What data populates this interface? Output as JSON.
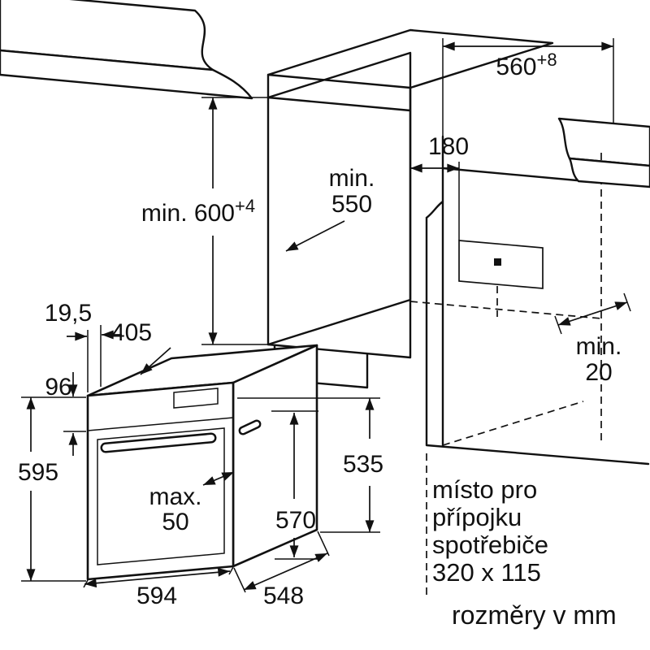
{
  "drawing": {
    "title_units": "rozměry v mm",
    "connection_note": {
      "line1": "místo pro",
      "line2": "přípojku",
      "line3": "spotřebiče",
      "line4": "320 x 115"
    },
    "colors": {
      "line": "#111111",
      "surface": "#e9e9e9",
      "background": "#ffffff"
    },
    "dims": {
      "niche_height_main": "min. 600",
      "niche_height_sup": "+4",
      "top_depth_main": "560",
      "top_depth_sup": "+8",
      "floor_depth_l1": "min.",
      "floor_depth_l2": "550",
      "connection_offset": "180",
      "rear_gap_l1": "min.",
      "rear_gap_l2": "20",
      "frame_overhang": "19,5",
      "top_recess_depth": "405",
      "panel_height": "96",
      "oven_height": "595",
      "handle_max_l1": "max.",
      "handle_max_l2": "50",
      "oven_width": "594",
      "oven_depth": "548",
      "body_height": "535",
      "body_depth": "570"
    }
  }
}
